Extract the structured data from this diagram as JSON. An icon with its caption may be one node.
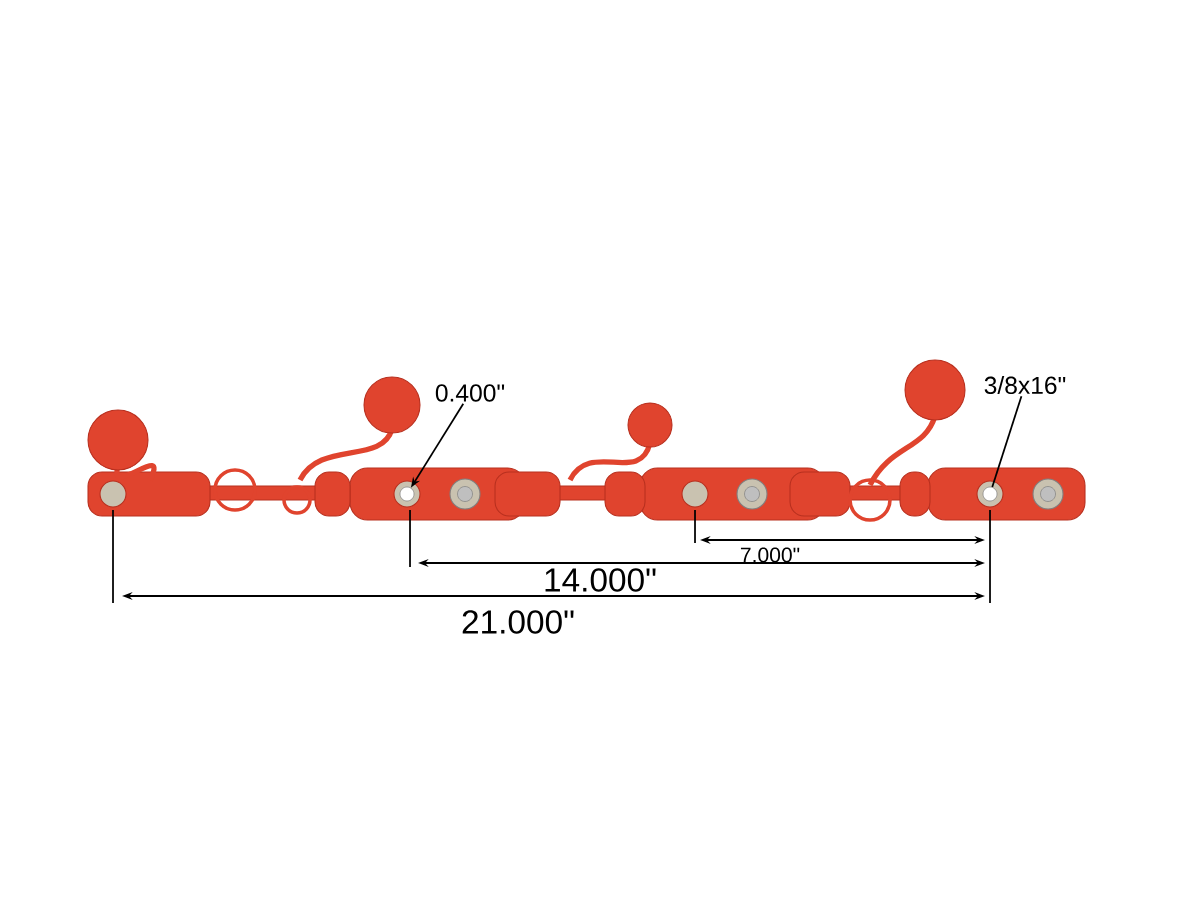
{
  "diagram": {
    "nodes": [
      {
        "text": [
          "0.400\""
        ]
      },
      {
        "text": [],
        "shape": "circle"
      },
      {
        "text": [
          "3/8x16\""
        ]
      },
      {
        "text": [],
        "shape": "circle"
      }
    ],
    "edges": [
      {
        "from": 0,
        "to": 1,
        "arrow": "to"
      },
      {
        "from": 2,
        "to": 3,
        "arrow": "none"
      }
    ],
    "labels": [
      "7.000\"",
      "14.000\"",
      "21.000\""
    ]
  }
}
